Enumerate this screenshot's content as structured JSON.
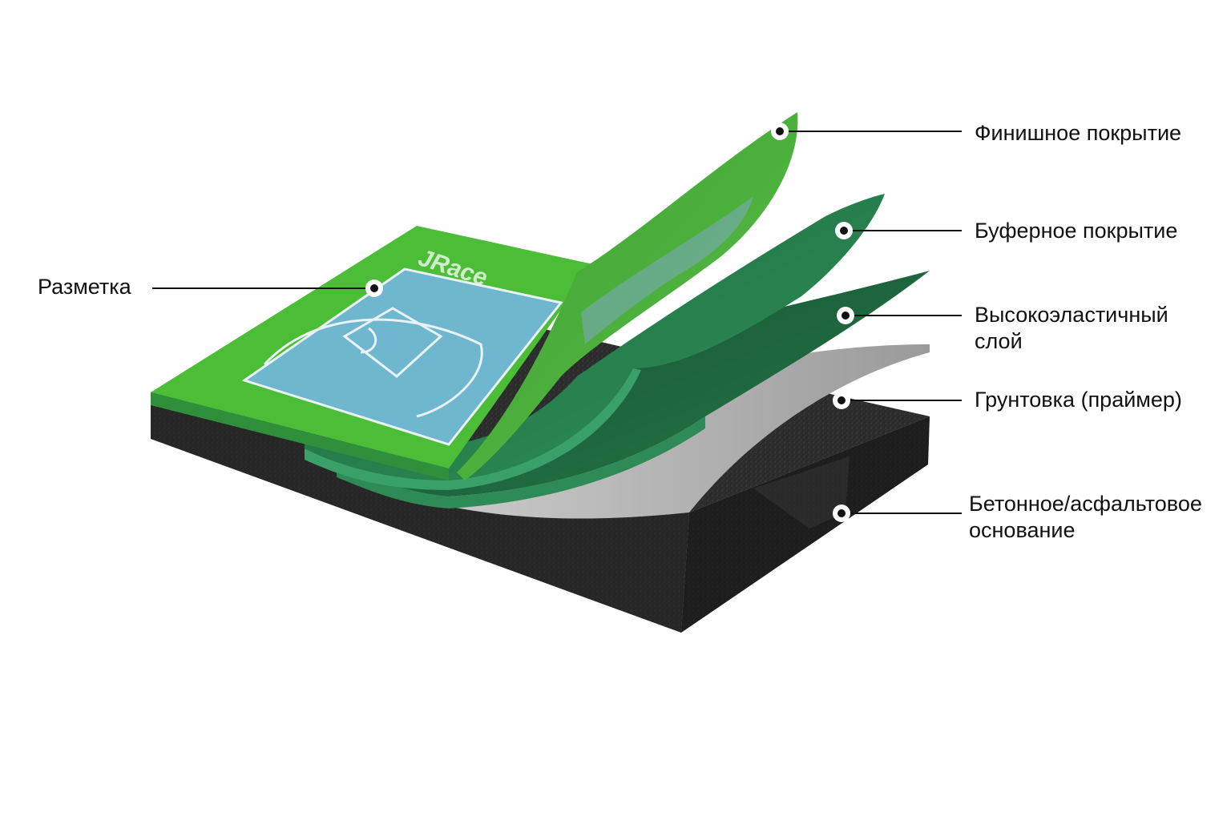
{
  "layers": [
    {
      "id": "finish",
      "label": "Финишное покрытие"
    },
    {
      "id": "buffer",
      "label": "Буферное покрытие"
    },
    {
      "id": "elastic",
      "label": "Высокоэластичный\nслой"
    },
    {
      "id": "primer",
      "label": "Грунтовка (праймер)"
    },
    {
      "id": "base",
      "label": "Бетонное/асфальтовое\nоснование"
    }
  ],
  "marking": {
    "label": "Разметка"
  },
  "logo_text": "JRace",
  "colors": {
    "finish": "#4cb43c",
    "court": "#6fb6cf",
    "buffer": "#2a8a52",
    "elastic": "#1f6b3e",
    "primer": "#b8b8b8",
    "base": "#2c2c2c",
    "leader": "#111111"
  }
}
